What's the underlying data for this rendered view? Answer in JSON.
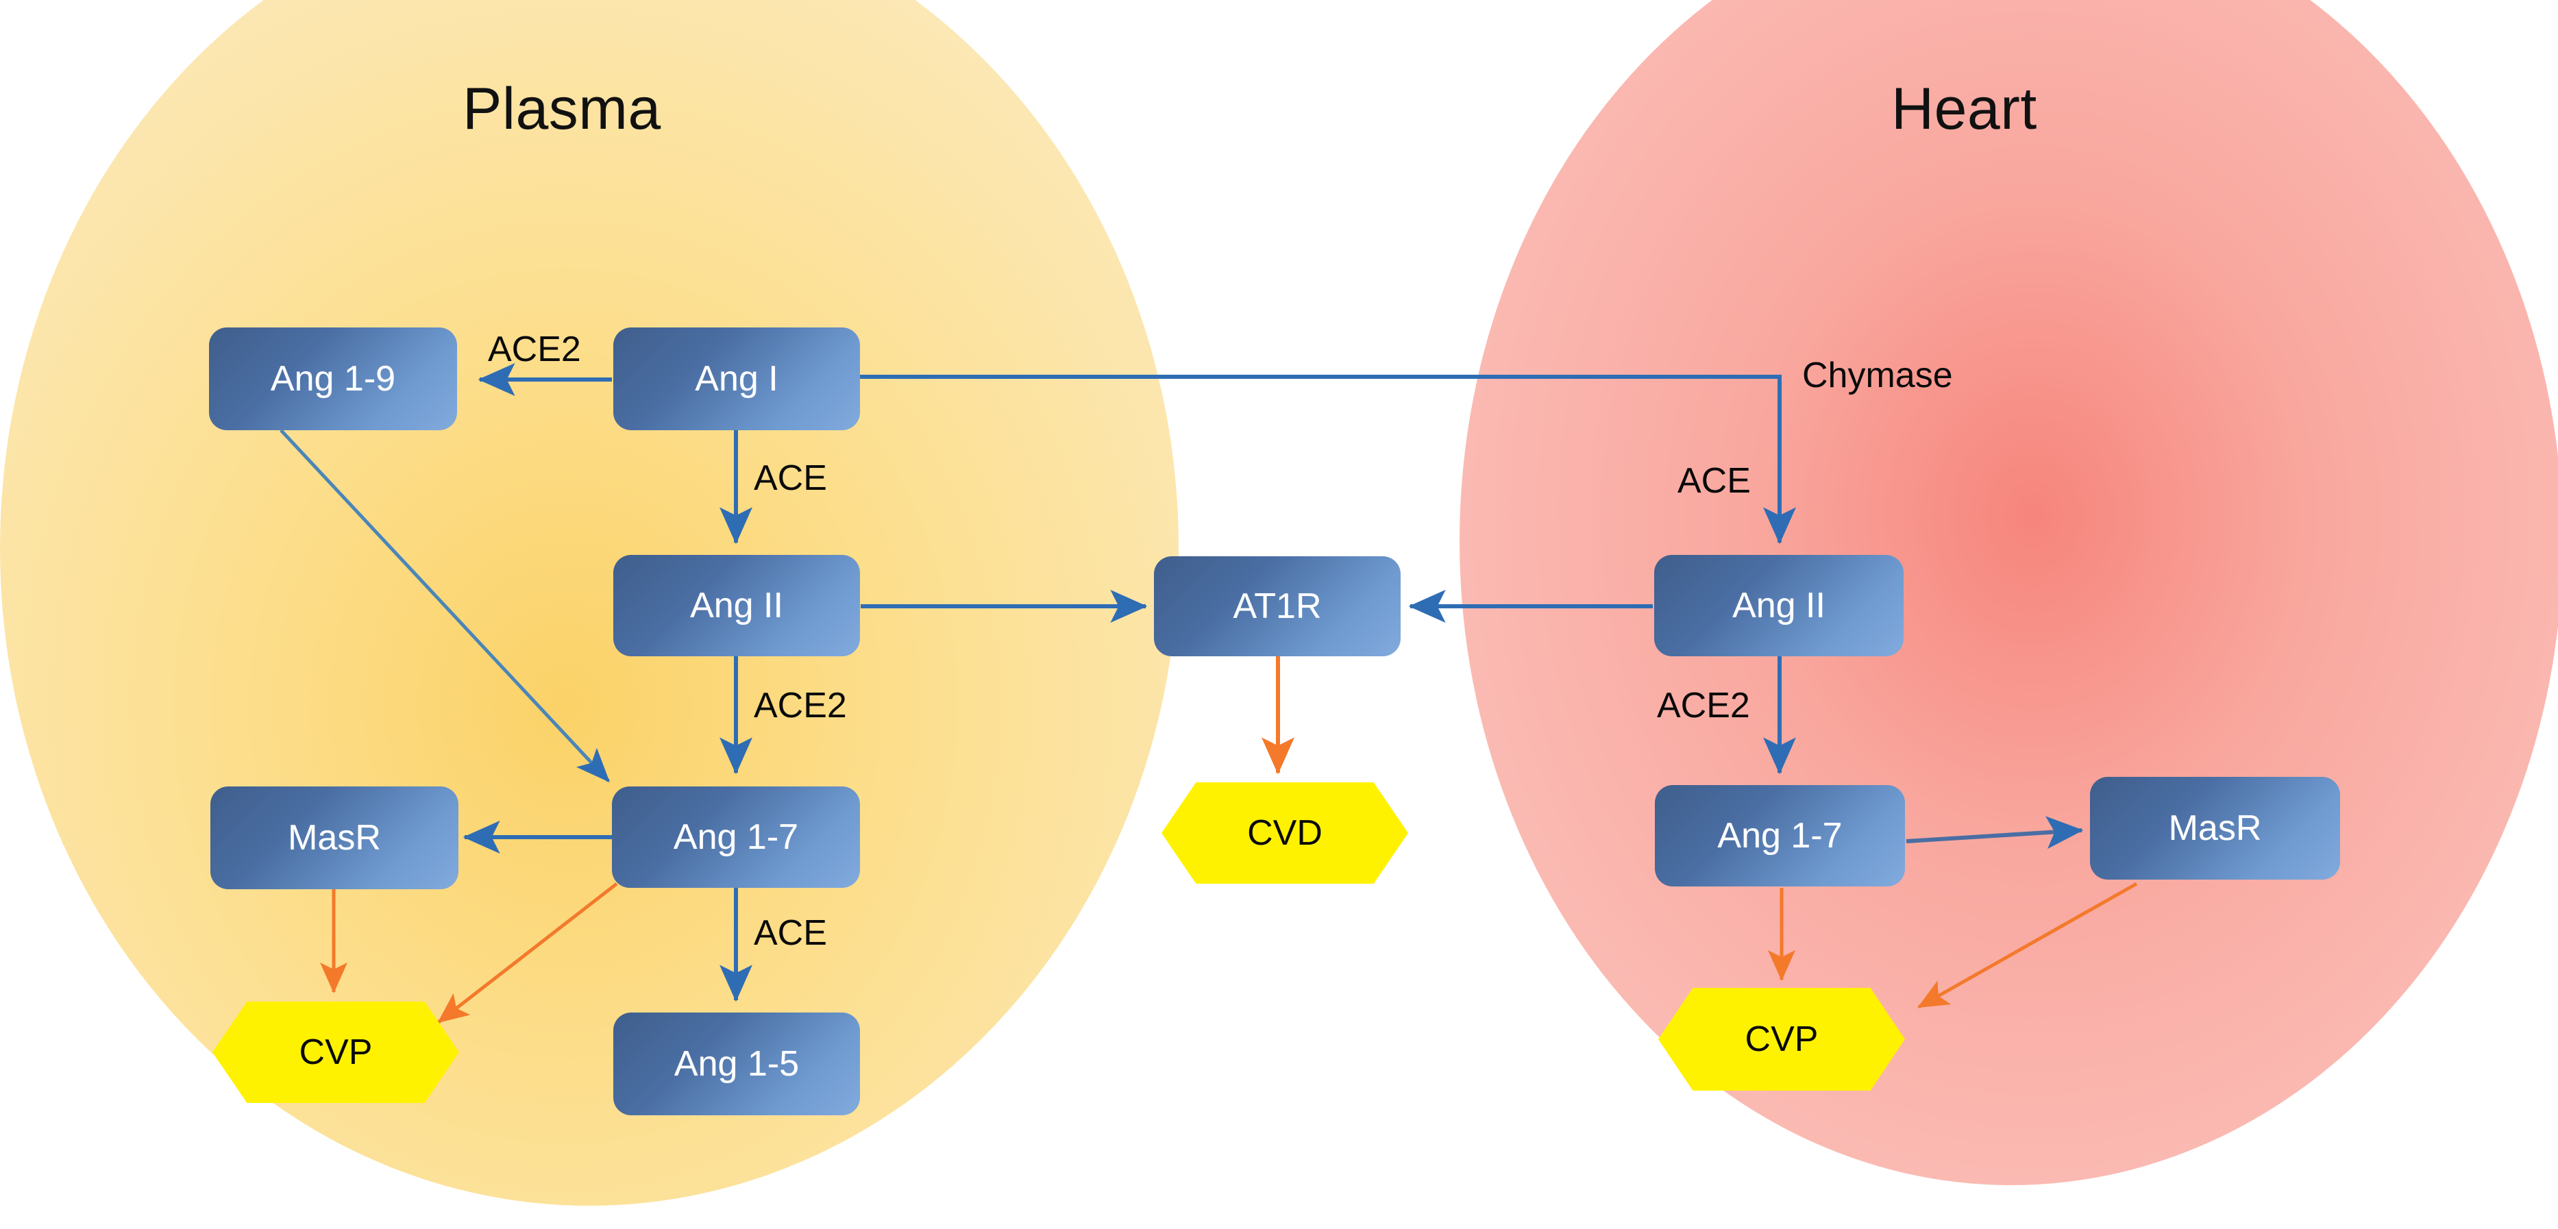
{
  "diagram": {
    "title_plasma": "Plasma",
    "title_heart": "Heart",
    "colors": {
      "plasma_fill": "#FBE3A4",
      "plasma_core": "#FBD268",
      "heart_fill": "#F9BDB6",
      "heart_core": "#F6857C",
      "node_fill_dark": "#3F5E8C",
      "node_fill_light": "#82AADD",
      "node_text": "#FFFFFF",
      "outcome_fill": "#FFF200",
      "outcome_text": "#0A0A0A",
      "arrow_blue": "#2E6DB4",
      "arrow_orange": "#F4792B",
      "label_text": "#0A0A0A"
    }
  },
  "compartments": [
    {
      "name": "plasma",
      "label": "Plasma"
    },
    {
      "name": "heart",
      "label": "Heart"
    }
  ],
  "nodes": {
    "plasma_ang19": "Ang 1-9",
    "plasma_angI": "Ang I",
    "plasma_angII": "Ang II",
    "plasma_ang17": "Ang 1-7",
    "plasma_ang15": "Ang 1-5",
    "plasma_masr": "MasR",
    "plasma_cvp": "CVP",
    "center_at1r": "AT1R",
    "center_cvd": "CVD",
    "heart_angII": "Ang II",
    "heart_ang17": "Ang 1-7",
    "heart_masr": "MasR",
    "heart_cvp": "CVP"
  },
  "edge_labels": {
    "plasma_angI_to_ang19": "ACE2",
    "plasma_angI_to_angII": "ACE",
    "plasma_angII_to_ang17": "ACE2",
    "plasma_ang17_to_ang15": "ACE",
    "angI_to_heart_chymase": "Chymase",
    "heart_chymase_to_angII": "ACE",
    "heart_angII_to_ang17": "ACE2"
  },
  "edges": [
    {
      "from": "plasma_angI",
      "to": "plasma_ang19",
      "label": "ACE2",
      "color": "blue"
    },
    {
      "from": "plasma_angI",
      "to": "plasma_angII",
      "label": "ACE",
      "color": "blue"
    },
    {
      "from": "plasma_angI",
      "to": "heart_angII",
      "label": "Chymase",
      "color": "blue"
    },
    {
      "from": "plasma_ang19",
      "to": "plasma_ang17",
      "label": "",
      "color": "blue"
    },
    {
      "from": "plasma_angII",
      "to": "plasma_ang17",
      "label": "ACE2",
      "color": "blue"
    },
    {
      "from": "plasma_angII",
      "to": "center_at1r",
      "label": "",
      "color": "blue"
    },
    {
      "from": "plasma_ang17",
      "to": "plasma_masr",
      "label": "",
      "color": "blue"
    },
    {
      "from": "plasma_ang17",
      "to": "plasma_ang15",
      "label": "ACE",
      "color": "blue"
    },
    {
      "from": "plasma_ang17",
      "to": "plasma_cvp",
      "label": "",
      "color": "orange"
    },
    {
      "from": "plasma_masr",
      "to": "plasma_cvp",
      "label": "",
      "color": "orange"
    },
    {
      "from": "center_at1r",
      "to": "center_cvd",
      "label": "",
      "color": "orange"
    },
    {
      "from": "heart_angII",
      "to": "center_at1r",
      "label": "",
      "color": "blue"
    },
    {
      "from": "heart_angII",
      "to": "heart_ang17",
      "label": "ACE2",
      "color": "blue"
    },
    {
      "from": "heart_ang17",
      "to": "heart_masr",
      "label": "",
      "color": "blue"
    },
    {
      "from": "heart_ang17",
      "to": "heart_cvp",
      "label": "",
      "color": "orange"
    },
    {
      "from": "heart_masr",
      "to": "heart_cvp",
      "label": "",
      "color": "orange"
    }
  ]
}
